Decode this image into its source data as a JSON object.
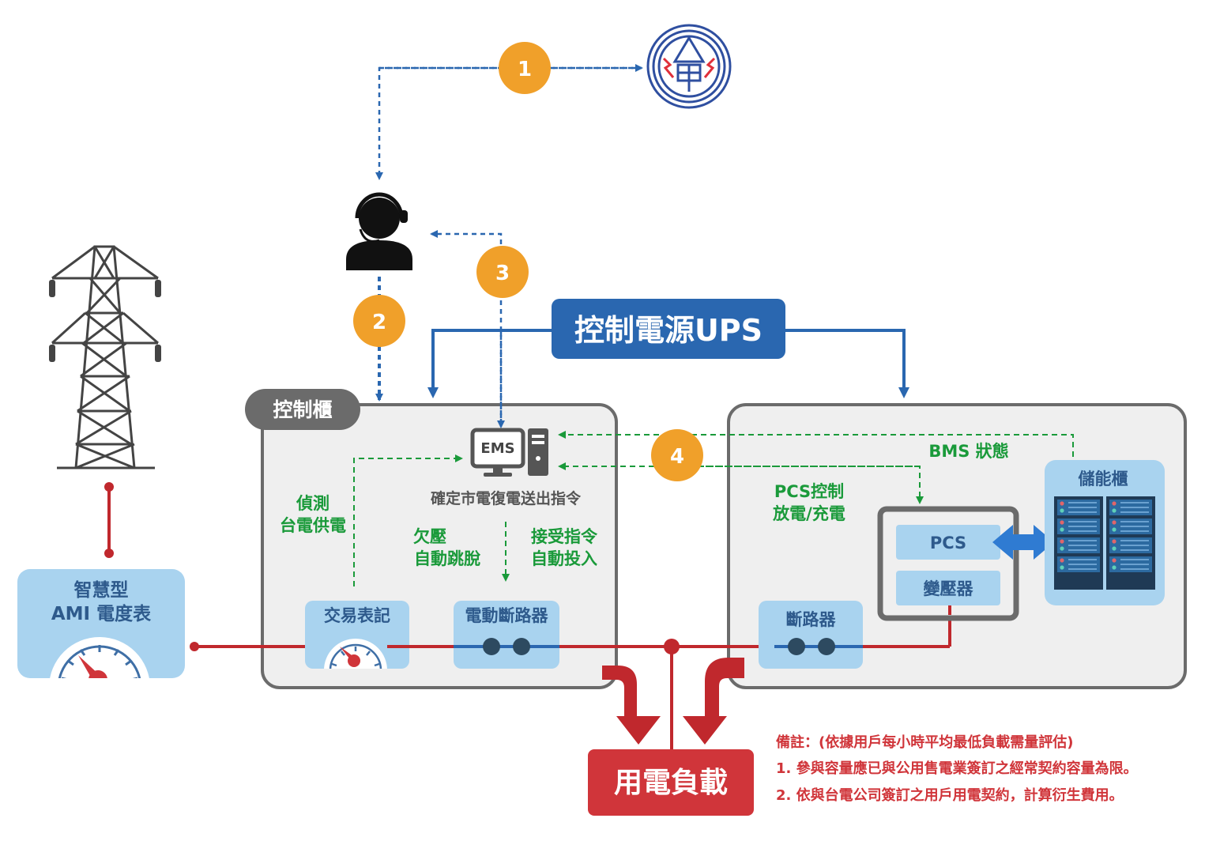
{
  "steps": [
    "1",
    "2",
    "3",
    "4"
  ],
  "ups_label": "控制電源UPS",
  "control_cabinet": {
    "title": "控制櫃",
    "ems_label": "EMS",
    "ems_caption": "確定市電復電送出指令",
    "detect_line1": "偵測",
    "detect_line2": "台電供電",
    "undervolt_line1": "欠壓",
    "undervolt_line2": "自動跳脫",
    "accept_line1": "接受指令",
    "accept_line2": "自動投入",
    "trade_meter": "交易表記",
    "motor_breaker": "電動斷路器"
  },
  "storage_cabinet": {
    "bms_status": "BMS 狀態",
    "pcs_control_line1": "PCS控制",
    "pcs_control_line2": "放電/充電",
    "pcs": "PCS",
    "transformer": "變壓器",
    "storage": "儲能櫃",
    "breaker": "斷路器"
  },
  "ami_meter": {
    "line1": "智慧型",
    "line2": "AMI 電度表"
  },
  "load_label": "用電負載",
  "notes": {
    "title": "備註：(依據用戶每小時平均最低負載需量評估)",
    "item1": "1. 參與容量應已與公用售電業簽訂之經常契約容量為限。",
    "item2": "2. 依與台電公司簽訂之用戶用電契約，計算衍生費用。"
  },
  "colors": {
    "blue": "#2a67b0",
    "orange": "#f0a02a",
    "green": "#1a9a3a",
    "red": "#d0353a",
    "light_blue": "#a9d3ef",
    "gray_cabinet": "#efefef"
  }
}
